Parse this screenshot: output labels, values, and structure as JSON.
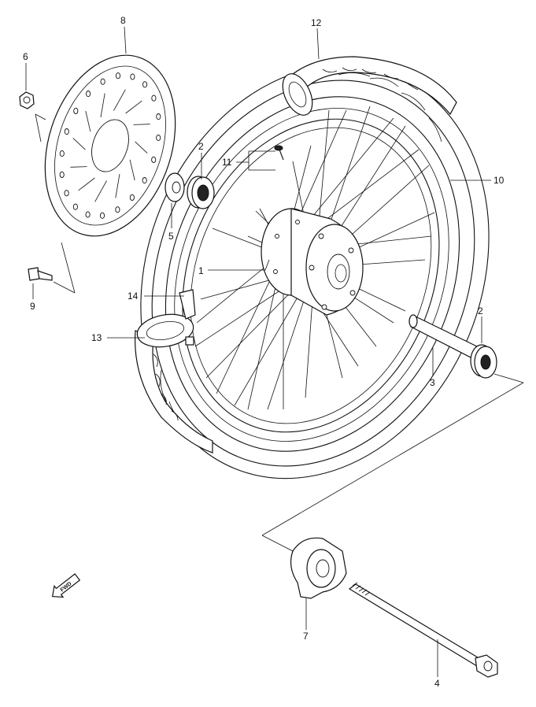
{
  "callouts": [
    {
      "id": "c1",
      "label": "1"
    },
    {
      "id": "c2a",
      "label": "2"
    },
    {
      "id": "c2b",
      "label": "2"
    },
    {
      "id": "c3",
      "label": "3"
    },
    {
      "id": "c4",
      "label": "4"
    },
    {
      "id": "c5",
      "label": "5"
    },
    {
      "id": "c6",
      "label": "6"
    },
    {
      "id": "c7",
      "label": "7"
    },
    {
      "id": "c8",
      "label": "8"
    },
    {
      "id": "c9",
      "label": "9"
    },
    {
      "id": "c10",
      "label": "10"
    },
    {
      "id": "c11",
      "label": "11"
    },
    {
      "id": "c12",
      "label": "12"
    },
    {
      "id": "c13",
      "label": "13"
    },
    {
      "id": "c14",
      "label": "14"
    }
  ],
  "direction_marker": {
    "label": "FWD",
    "icon": "forward-arrow-icon"
  }
}
